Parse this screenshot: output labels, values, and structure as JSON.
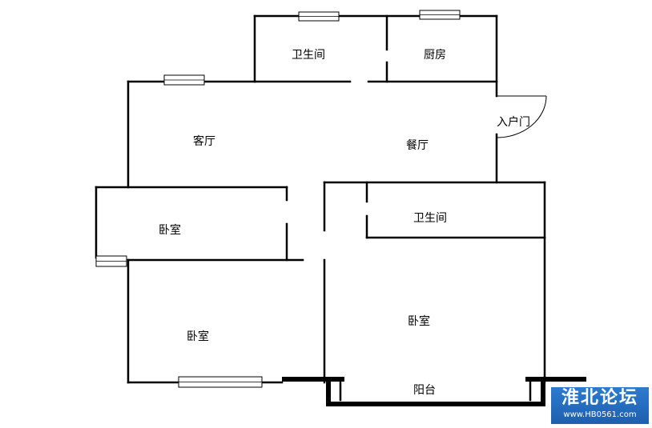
{
  "rooms": {
    "bathroom_top": "卫生间",
    "kitchen": "厨房",
    "living_room": "客厅",
    "dining_room": "餐厅",
    "entrance_door": "入户门",
    "bedroom_left_middle": "卧室",
    "bathroom_right": "卫生间",
    "bedroom_left_bottom": "卧室",
    "bedroom_right": "卧室",
    "balcony": "阳台"
  },
  "watermark": {
    "title": "淮北论坛",
    "url": "www.HB0561.com"
  }
}
